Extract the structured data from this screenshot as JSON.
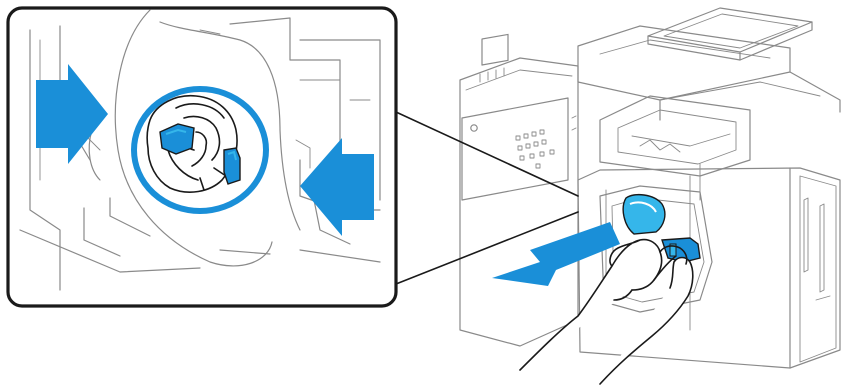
{
  "figure": {
    "subject": "printer-maintenance-cartridge-removal",
    "colors": {
      "accent": "#1a8fd8",
      "accent_light": "#35b6ea",
      "outline": "#1a1a1a",
      "detail": "#8a8a8a",
      "background": "#ffffff"
    },
    "icons": [
      "inset-magnified-view",
      "squeeze-arrow-left",
      "squeeze-arrow-right",
      "highlight-circle",
      "pull-out-arrow",
      "printer",
      "hand"
    ]
  }
}
